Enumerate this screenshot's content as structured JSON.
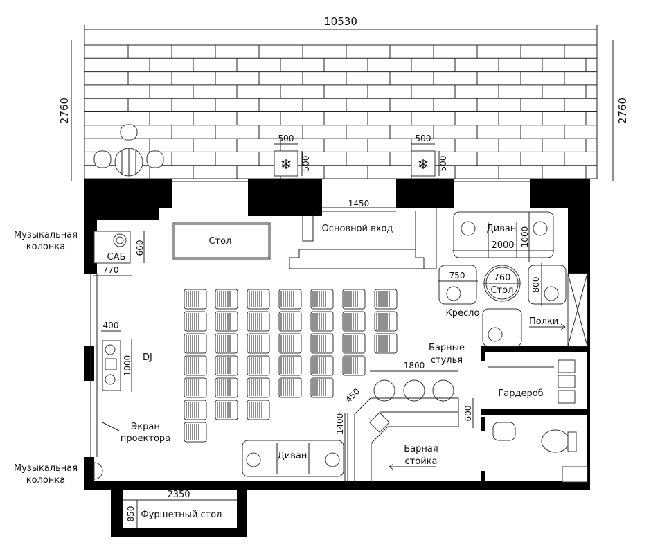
{
  "dimensions": {
    "total_width": "10530",
    "terrace_depth_left": "2760",
    "terrace_depth_right": "2760",
    "planter_left_w": "500",
    "planter_left_h": "500",
    "planter_right_w": "500",
    "planter_right_h": "500",
    "entrance_width": "1450",
    "sub_w": "770",
    "sub_h": "660",
    "dj_w": "400",
    "dj_h": "1000",
    "sofa_w": "2000",
    "sofa_h": "1000",
    "armchair_w": "750",
    "table_d": "760",
    "armchair_h": "800",
    "bar_stools_w": "1800",
    "bar_corner": "450",
    "bar_depth": "600",
    "bar_side": "1400",
    "buffet_w": "2350",
    "buffet_h": "850"
  },
  "labels": {
    "speaker_top": [
      "Музыкальная",
      "колонка"
    ],
    "speaker_bottom": [
      "Музыкальная",
      "колонка"
    ],
    "sub": "САБ",
    "table": "Стол",
    "main_entrance": "Основной вход",
    "sofa_top": "Диван",
    "round_table": "Стол",
    "armchair": "Кресло",
    "shelves": "Полки",
    "dj": "DJ",
    "bar_stools": [
      "Барные",
      "стулья"
    ],
    "wardrobe": "Гардероб",
    "screen": [
      "Экран",
      "проектора"
    ],
    "sofa_bottom": "Диван",
    "bar_counter": [
      "Барная",
      "стойка"
    ],
    "buffet_table": "Фуршетный стол"
  }
}
